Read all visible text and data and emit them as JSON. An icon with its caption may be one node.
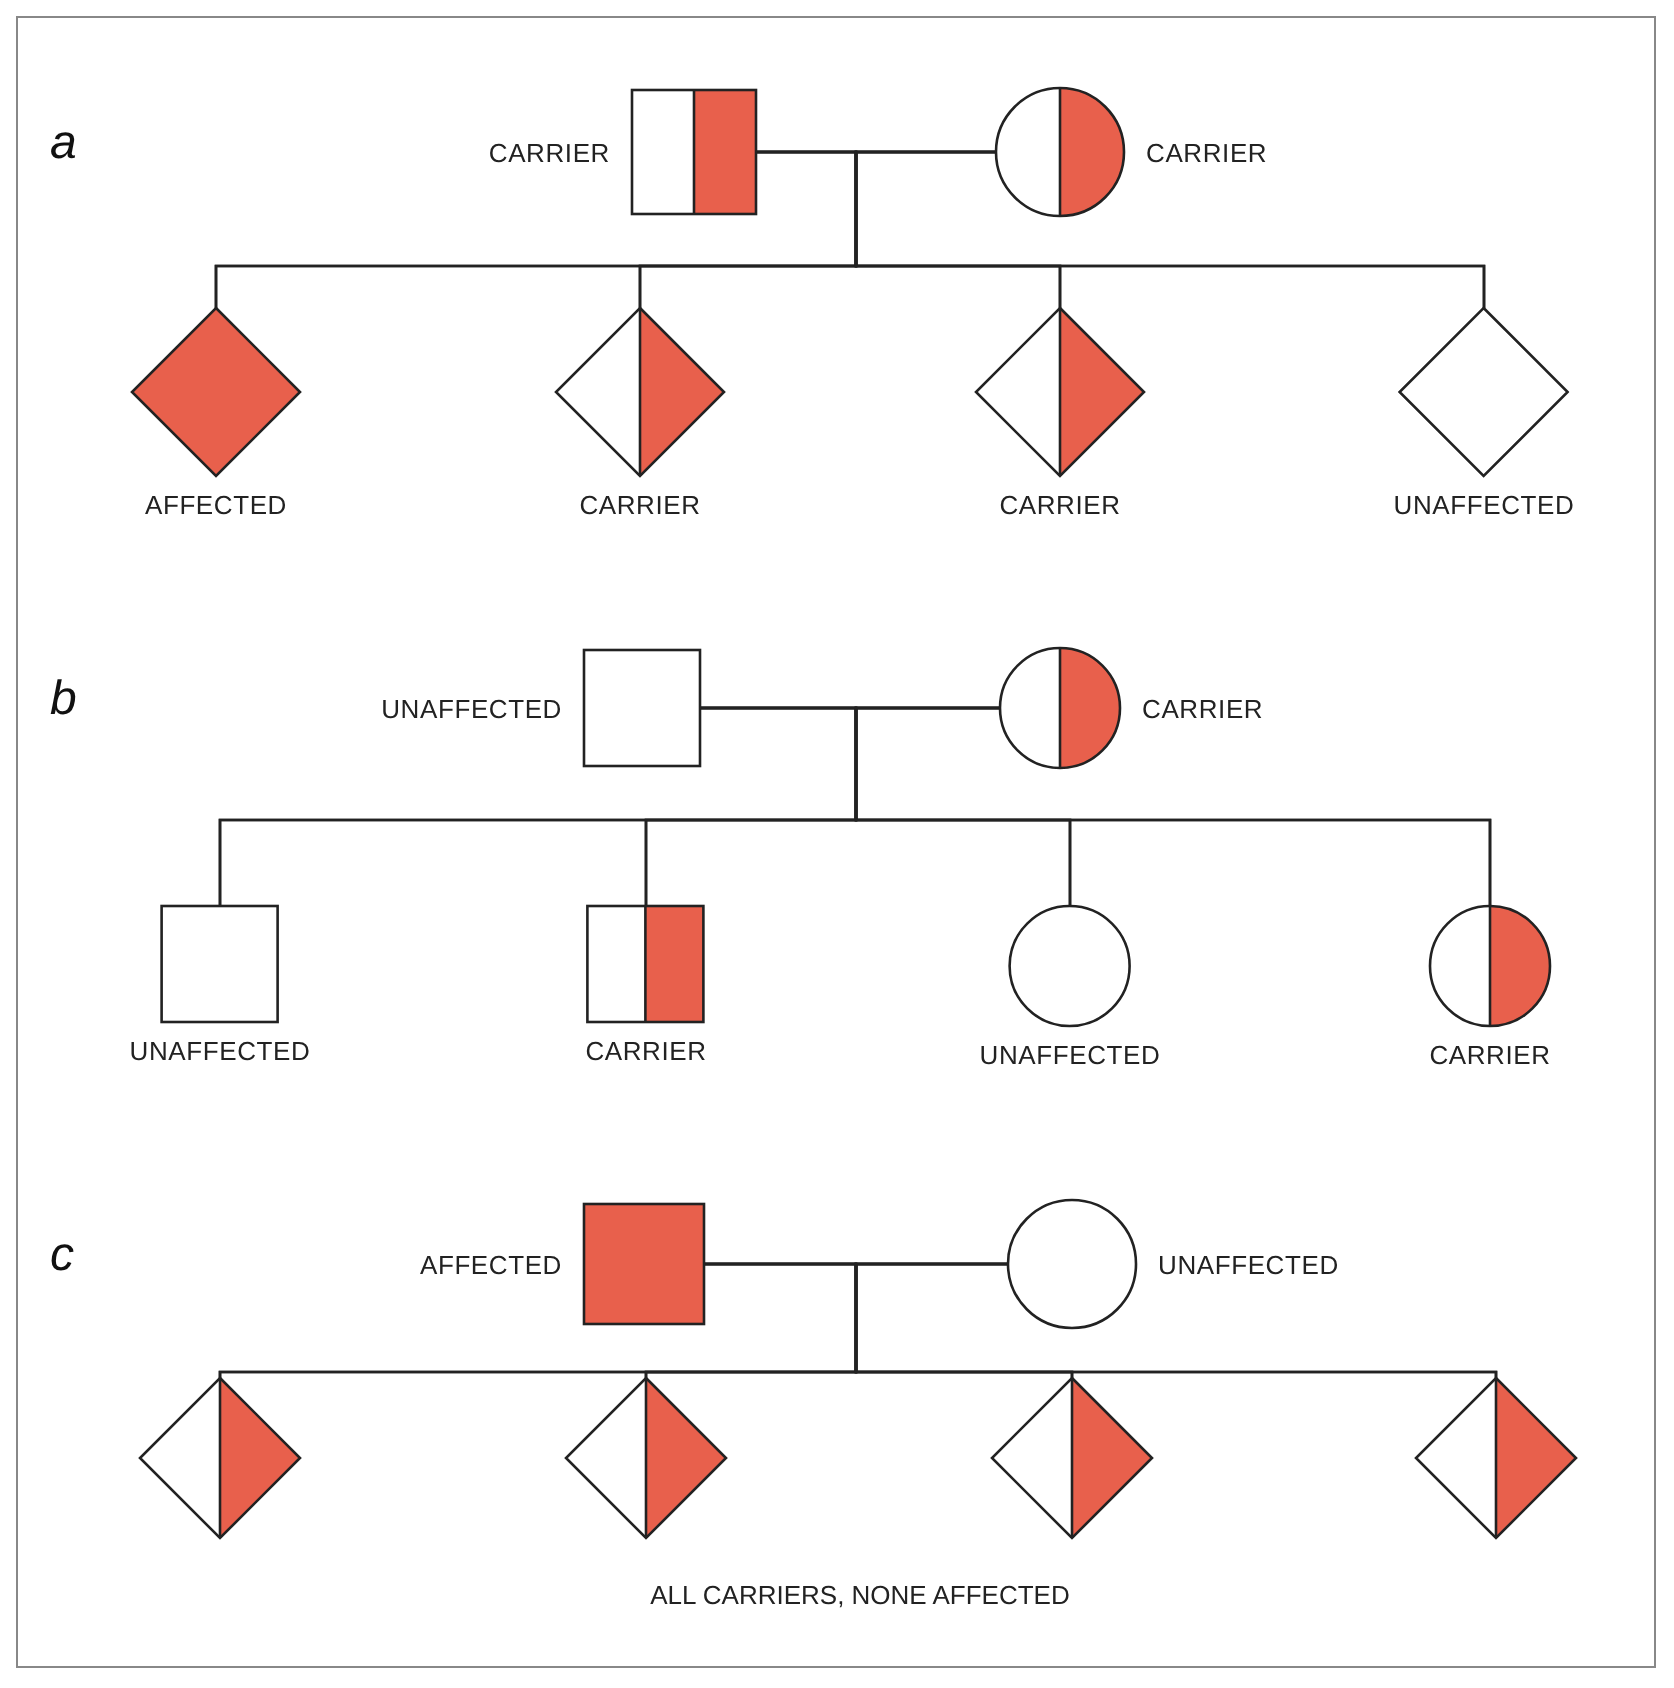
{
  "diagram": {
    "nodes": [
      {
        "text": [
          "CARRIER"
        ]
      },
      {
        "text": [
          "CARRIER"
        ]
      },
      {
        "text": [
          "AFFECTED"
        ]
      },
      {
        "text": [
          "CARRIER"
        ]
      },
      {
        "text": [
          "CARRIER"
        ]
      },
      {
        "text": [
          "UNAFFECTED"
        ]
      },
      {
        "text": [
          "UNAFFECTED"
        ]
      },
      {
        "text": [
          "CARRIER"
        ]
      },
      {
        "text": [
          "UNAFFECTED"
        ]
      },
      {
        "text": [
          "CARRIER"
        ]
      },
      {
        "text": [
          "UNAFFECTED"
        ]
      },
      {
        "text": [
          "CARRIER"
        ]
      },
      {
        "text": [
          "AFFECTED"
        ]
      },
      {
        "text": [
          "UNAFFECTED"
        ]
      },
      {
        "text": [],
        "shape": "diamond"
      },
      {
        "text": [],
        "shape": "diamond"
      },
      {
        "text": [],
        "shape": "diamond"
      },
      {
        "text": [],
        "shape": "diamond"
      }
    ],
    "edges": [
      {
        "from": 0,
        "to": 1,
        "arrow": "none"
      },
      {
        "from": 0,
        "to": 2,
        "arrow": "none"
      },
      {
        "from": 0,
        "to": 3,
        "arrow": "none"
      },
      {
        "from": 0,
        "to": 4,
        "arrow": "none"
      },
      {
        "from": 0,
        "to": 5,
        "arrow": "none"
      },
      {
        "from": 1,
        "to": 2,
        "arrow": "none"
      },
      {
        "from": 1,
        "to": 3,
        "arrow": "none"
      },
      {
        "from": 1,
        "to": 4,
        "arrow": "none"
      },
      {
        "from": 1,
        "to": 5,
        "arrow": "none"
      },
      {
        "from": 6,
        "to": 7,
        "arrow": "none"
      },
      {
        "from": 6,
        "to": 8,
        "arrow": "none"
      },
      {
        "from": 6,
        "to": 9,
        "arrow": "none"
      },
      {
        "from": 6,
        "to": 10,
        "arrow": "none"
      },
      {
        "from": 6,
        "to": 11,
        "arrow": "none"
      },
      {
        "from": 7,
        "to": 8,
        "arrow": "none"
      },
      {
        "from": 7,
        "to": 9,
        "arrow": "none"
      },
      {
        "from": 7,
        "to": 10,
        "arrow": "none"
      },
      {
        "from": 7,
        "to": 11,
        "arrow": "none"
      },
      {
        "from": 12,
        "to": 13,
        "arrow": "none"
      },
      {
        "from": 12,
        "to": 14,
        "arrow": "none"
      },
      {
        "from": 12,
        "to": 15,
        "arrow": "none"
      },
      {
        "from": 12,
        "to": 16,
        "arrow": "none"
      },
      {
        "from": 12,
        "to": 17,
        "arrow": "none"
      },
      {
        "from": 13,
        "to": 14,
        "arrow": "none"
      },
      {
        "from": 13,
        "to": 15,
        "arrow": "none"
      },
      {
        "from": 13,
        "to": 16,
        "arrow": "none"
      },
      {
        "from": 13,
        "to": 17,
        "arrow": "none"
      }
    ],
    "labels": [
      "a",
      "b",
      "c",
      "ALL CARRIERS, NONE AFFECTED"
    ]
  }
}
